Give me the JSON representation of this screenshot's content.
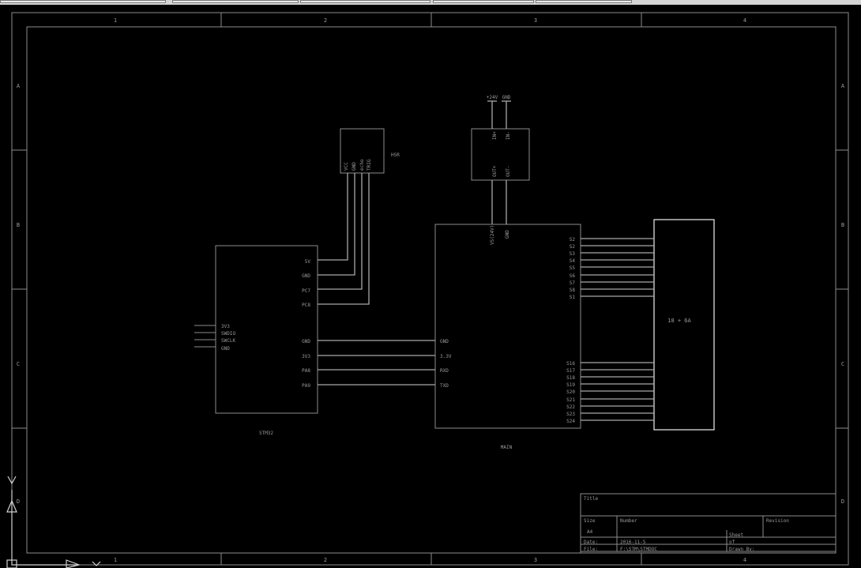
{
  "sheet": {
    "col_labels": [
      "1",
      "2",
      "3",
      "4"
    ],
    "row_labels": [
      "A",
      "B",
      "C",
      "D"
    ]
  },
  "parts": {
    "sr04": {
      "name": "HSR",
      "pins": [
        "VCC",
        "GND",
        "echo",
        "TRIG"
      ]
    },
    "stm32": {
      "name": "STM32",
      "right_pins": [
        "5V",
        "GND",
        "PC7",
        "PC8",
        "GND",
        "3V3",
        "PA8",
        "PA9"
      ],
      "left_pins": [
        "3V3",
        "SWDIO",
        "SWCLK",
        "GND"
      ]
    },
    "dc": {
      "in_pins": [
        "IN+",
        "IN-"
      ],
      "out_pins": [
        "OUT+",
        "OUT-"
      ]
    },
    "power": {
      "labels": [
        "+24V",
        "GND"
      ]
    },
    "driver": {
      "name": "MAIN",
      "top_pins": [
        "VS(24V)",
        "GND"
      ],
      "left_pins": [
        "GND",
        "3.3V",
        "RXD",
        "TXD"
      ],
      "right_pins_top": [
        "S2",
        "S2",
        "S3",
        "S4",
        "S5",
        "S6",
        "S7",
        "S8",
        "S1"
      ],
      "right_pins_bottom": [
        "S16",
        "S17",
        "S18",
        "S19",
        "S20",
        "S21",
        "S22",
        "S23",
        "S24"
      ]
    },
    "servo": {
      "name": "18 + 6A"
    }
  },
  "title_block": {
    "title_label": "Title",
    "size_label": "Size",
    "size_value": "A4",
    "number_label": "Number",
    "revision_label": "Revision",
    "sheet_label": "Sheet",
    "of_label": "of",
    "date_label": "Date:",
    "date_value": "2016-11-5",
    "file_label": "File:",
    "file_value": "F:\\STM\\STMDOC",
    "drawn_label": "Drawn By:"
  }
}
